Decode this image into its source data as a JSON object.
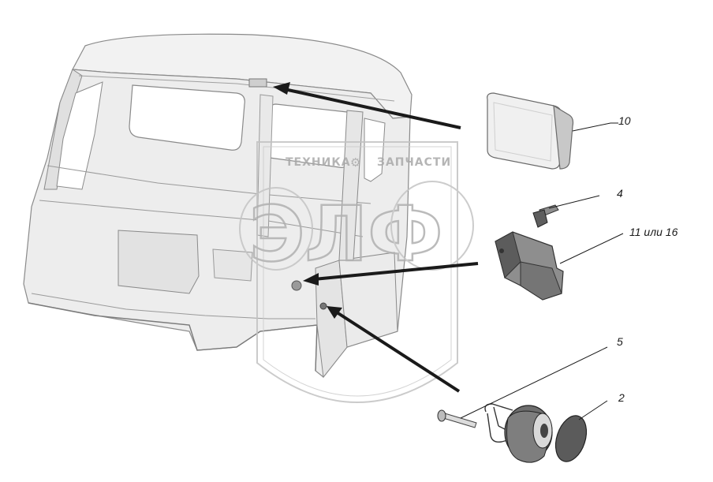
{
  "watermark": {
    "top_text_left": "ТЕХНИКА",
    "top_text_right": "ЗАПЧАСТИ",
    "main_text": "ЭЛФ"
  },
  "callouts": {
    "part_10": "10",
    "part_4": "4",
    "part_11_16": "11 или 16",
    "part_5": "5",
    "part_2": "2"
  },
  "colors": {
    "line": "#1a1a1a",
    "part_shade": "#9a9a9a",
    "cab_fill": "#ededed",
    "cab_stroke": "#8a8a8a"
  }
}
